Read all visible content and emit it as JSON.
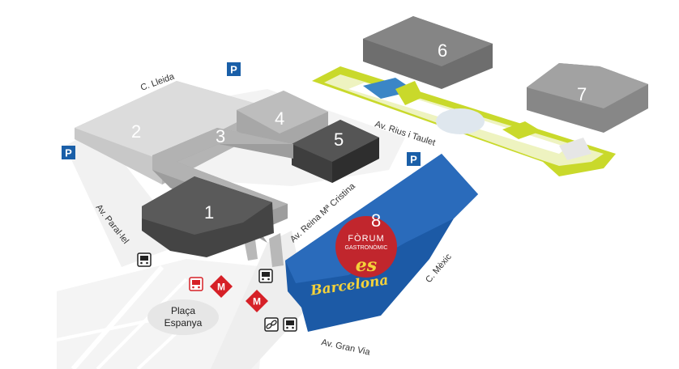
{
  "streets": {
    "lleida": "C. Lleida",
    "rius_taulet": "Av. Rius i Taulet",
    "reina_cristina": "Av. Reina Mª Cristina",
    "parallel": "Av. Paral·lel",
    "mexic": "C. Mèxic",
    "gran_via": "Av. Gran Via"
  },
  "plaza": {
    "line1": "Plaça",
    "line2": "Espanya"
  },
  "halls": [
    "1",
    "2",
    "3",
    "4",
    "5",
    "6",
    "7",
    "8"
  ],
  "parking_label": "P",
  "metro_label": "M",
  "event_logo": {
    "line1": "FÒRUM",
    "line2": "GASTRONÒMIC",
    "line3": "es",
    "line4": "Barcelona"
  },
  "icons": {
    "parking": "parking-icon",
    "metro": "metro-icon",
    "bus": "bus-icon",
    "red_bus": "red-bus-icon",
    "tram": "tram-icon"
  },
  "colors": {
    "hall8": "#1c5aa6",
    "event_red": "#c1262d",
    "park_green": "#c9d92b",
    "parking_blue": "#1a5fa8",
    "metro_red": "#d62027"
  }
}
